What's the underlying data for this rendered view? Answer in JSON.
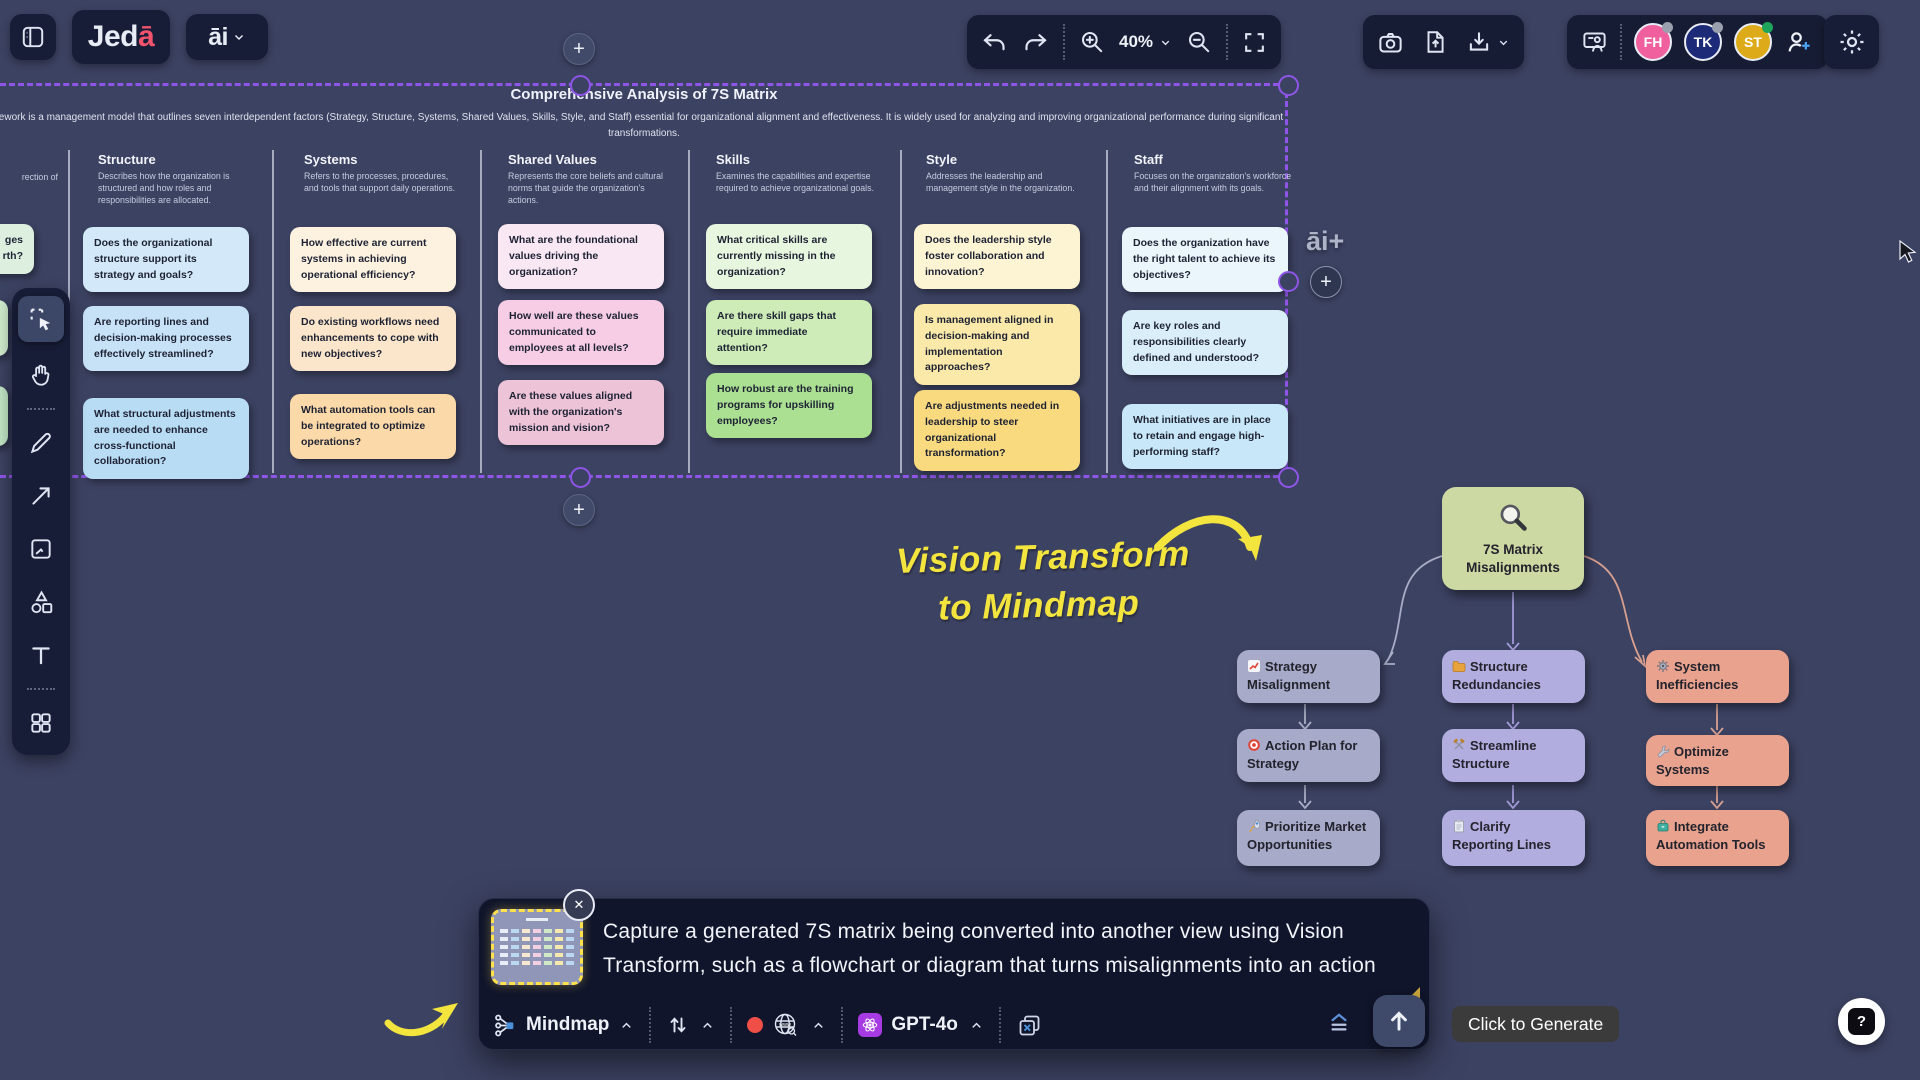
{
  "topbar": {
    "brand": "Jed",
    "brand_accent": "ā",
    "ai_menu": "āi",
    "zoom_level": "40%",
    "plus": "+",
    "avatars": [
      {
        "initials": "FH",
        "bg": "#f0609f",
        "status": "#9aa0ad"
      },
      {
        "initials": "TK",
        "bg": "#1d2a77",
        "status": "#9aa0ad"
      },
      {
        "initials": "ST",
        "bg": "#ddaa19",
        "status": "#1fa45c"
      }
    ]
  },
  "selection": {
    "ai_plus": "āi+",
    "plus_top": "+",
    "plus_bottom": "+"
  },
  "matrix": {
    "title": "Comprehensive Analysis of 7S Matrix",
    "description_line1": "ework is a management model that outlines seven interdependent factors (Strategy, Structure, Systems, Shared Values, Skills, Style, and Staff) essential for organizational alignment and effectiveness. It is widely used for analyzing and improving organizational performance during significant",
    "description_line2": "transformations.",
    "clipped_column": {
      "description_fragment": "rection of",
      "fragment_line1": "ges",
      "fragment_line2": "rth?"
    },
    "columns": [
      {
        "name": "Structure",
        "description": "Describes how the organization is structured and how roles and responsibilities are allocated.",
        "cards": [
          "Does the organizational structure support its strategy and goals?",
          "Are reporting lines and decision-making processes effectively streamlined?",
          "What structural adjustments are needed to enhance cross-functional collaboration?"
        ]
      },
      {
        "name": "Systems",
        "description": "Refers to the processes, procedures, and tools that support daily operations.",
        "cards": [
          "How effective are current systems in achieving operational efficiency?",
          "Do existing workflows need enhancements to cope with new objectives?",
          "What automation tools can be integrated to optimize operations?"
        ]
      },
      {
        "name": "Shared Values",
        "description": "Represents the core beliefs and cultural norms that guide the organization's actions.",
        "cards": [
          "What are the foundational values driving the organization?",
          "How well are these values communicated to employees at all levels?",
          "Are these values aligned with the organization's mission and vision?"
        ]
      },
      {
        "name": "Skills",
        "description": "Examines the capabilities and expertise required to achieve organizational goals.",
        "cards": [
          "What critical skills are currently missing in the organization?",
          "Are there skill gaps that require immediate attention?",
          "How robust are the training programs for upskilling employees?"
        ]
      },
      {
        "name": "Style",
        "description": "Addresses the leadership and management style in the organization.",
        "cards": [
          "Does the leadership style foster collaboration and innovation?",
          "Is management aligned in decision-making and implementation approaches?",
          "Are adjustments needed in leadership to steer organizational transformation?"
        ]
      },
      {
        "name": "Staff",
        "description": "Focuses on the organization's workforce and their alignment with its goals.",
        "cards": [
          "Does the organization have the right talent to achieve its objectives?",
          "Are key roles and responsibilities clearly defined and understood?",
          "What initiatives are in place to retain and engage high-performing staff?"
        ]
      }
    ]
  },
  "annotation": {
    "line1": "Vision Transform",
    "line2": "to Mindmap"
  },
  "mindmap": {
    "root": {
      "icon": "magnifier",
      "label": "7S Matrix Misalignments"
    },
    "branches": [
      {
        "nodes": [
          {
            "icon": "chart-line",
            "label": "Strategy Misalignment"
          },
          {
            "icon": "target",
            "label": "Action Plan for Strategy"
          },
          {
            "icon": "rocket",
            "label": "Prioritize Market Opportunities"
          }
        ]
      },
      {
        "nodes": [
          {
            "icon": "folder",
            "label": "Structure Redundancies"
          },
          {
            "icon": "hammers",
            "label": "Streamline Structure"
          },
          {
            "icon": "clipboard",
            "label": "Clarify Reporting Lines"
          }
        ]
      },
      {
        "nodes": [
          {
            "icon": "gear",
            "label": "System Inefficiencies"
          },
          {
            "icon": "wrench",
            "label": "Optimize Systems"
          },
          {
            "icon": "toolbox",
            "label": "Integrate Automation Tools"
          }
        ]
      }
    ]
  },
  "prompt_bar": {
    "prompt_text": "Capture a generated 7S matrix being converted into another view using Vision Transform, such as a flowchart or diagram that turns misalignments into an action",
    "mode_label": "Mindmap",
    "model_label": "GPT-4o",
    "globe_text": "www",
    "close": "✕",
    "tooltip": "Click to Generate",
    "help": "?"
  },
  "colors": {
    "accent_purple": "#8f55e8",
    "annotation_yellow": "#f3e53e",
    "canvas": "#3c4262"
  }
}
